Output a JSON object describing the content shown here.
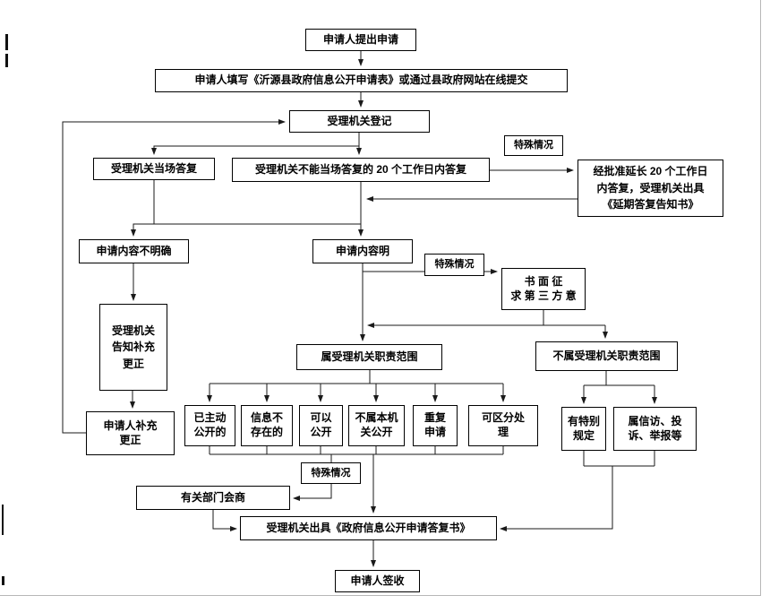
{
  "flowchart": {
    "nodes": {
      "submit": {
        "label": "申请人提出申请"
      },
      "fill_form": {
        "label": "申请人填写《沂源县政府信息公开申请表》或通过县政府网站在线提交"
      },
      "register": {
        "label": "受理机关登记"
      },
      "onsite_reply": {
        "label": "受理机关当场答复"
      },
      "reply_20days": {
        "label": "受理机关不能当场答复的 20 个工作日内答复"
      },
      "special_case_top": {
        "label": "特殊情况"
      },
      "extension": {
        "label": "经批准延长 20 个工作日\n内答复，受理机关出具\n《延期答复告知书》"
      },
      "unclear": {
        "label": "申请内容不明确"
      },
      "clear": {
        "label": "申请内容明"
      },
      "special_case_mid": {
        "label": "特殊情况"
      },
      "third_party": {
        "label": "书 面 征\n求 第 三 方 意"
      },
      "notify_supplement": {
        "label": "受理机关\n告知补充\n更正"
      },
      "in_scope": {
        "label": "属受理机关职责范围"
      },
      "out_scope": {
        "label": "不属受理机关职责范围"
      },
      "supplement": {
        "label": "申请人补充\n更正"
      },
      "already_public": {
        "label": "已主动\n公开的"
      },
      "not_exist": {
        "label": "信息不\n存在的"
      },
      "can_public": {
        "label": "可以\n公开"
      },
      "not_this_org": {
        "label": "不属本机\n关公开"
      },
      "repeat_apply": {
        "label": "重复\n申请"
      },
      "separable": {
        "label": "可区分处\n理"
      },
      "special_rule": {
        "label": "有特别\n规定"
      },
      "petition": {
        "label": "属信访、投\n诉、举报等"
      },
      "special_case_bot": {
        "label": "特殊情况"
      },
      "consult": {
        "label": "有关部门会商"
      },
      "reply_doc": {
        "label": "受理机关出具《政府信息公开申请答复书》"
      },
      "sign": {
        "label": "申请人签收"
      }
    }
  }
}
